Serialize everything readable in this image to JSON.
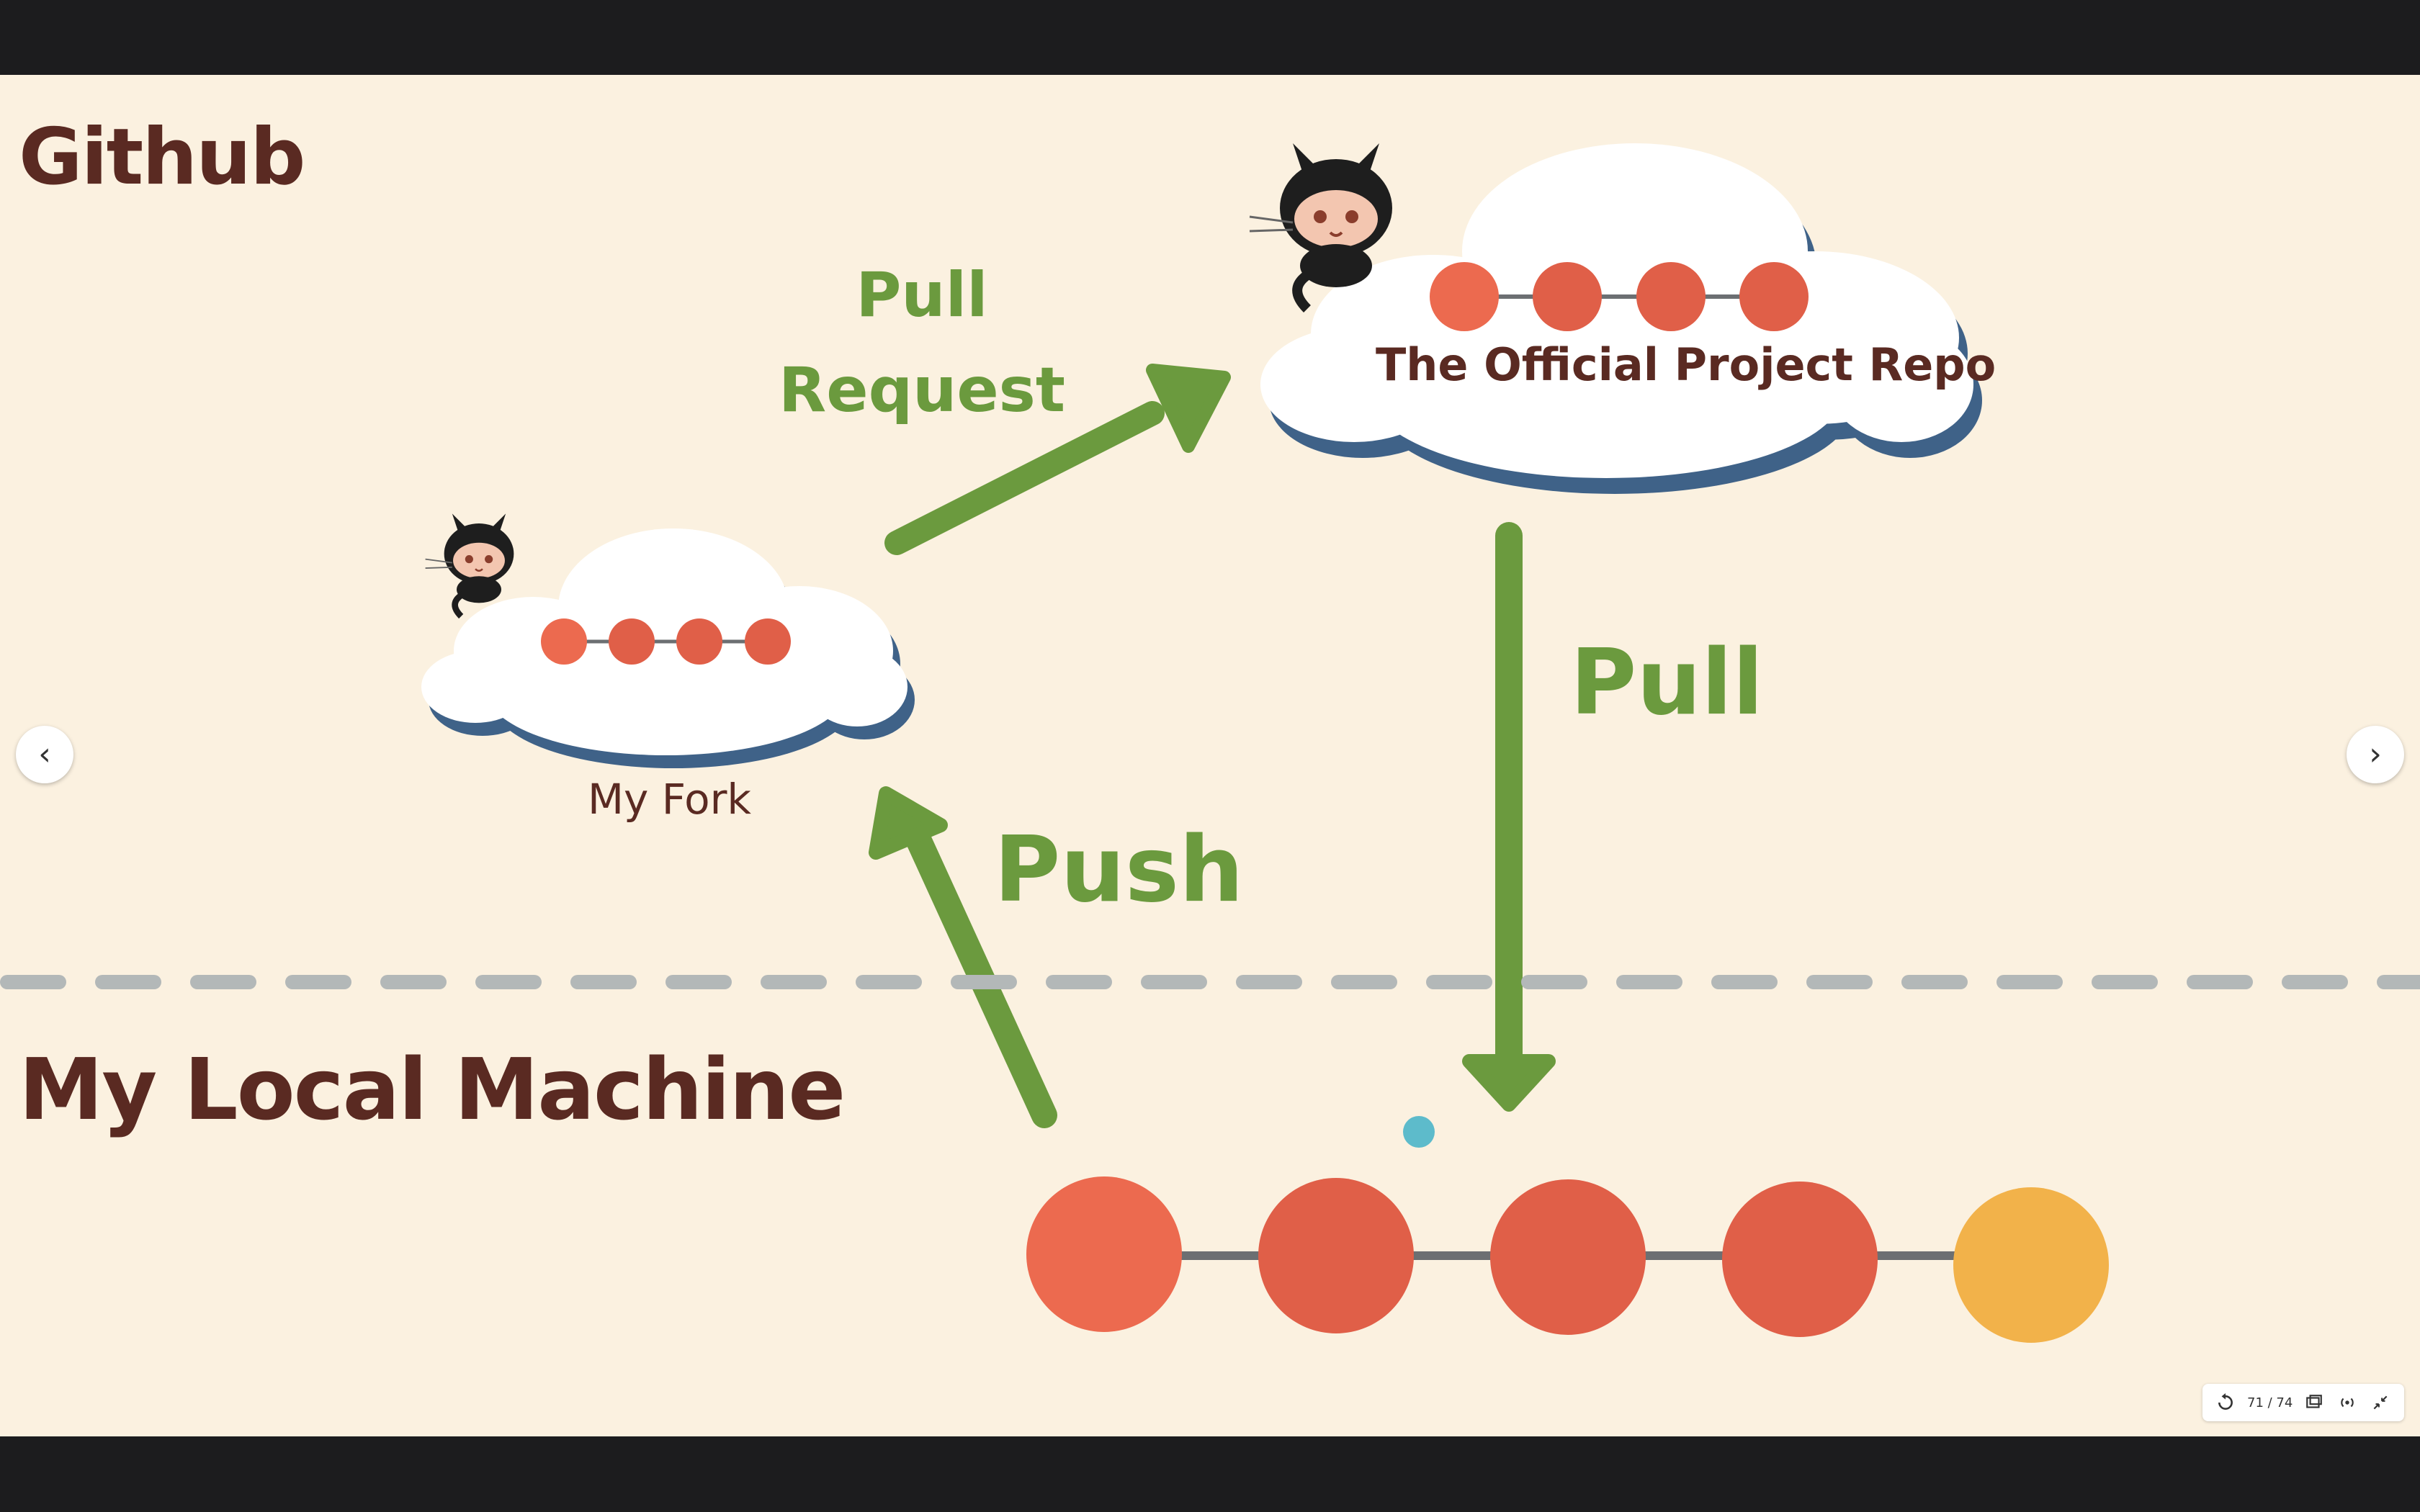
{
  "slide": {
    "title_github": "Github",
    "title_local": "My Local Machine",
    "label_pull_request": [
      "Pull",
      "Request"
    ],
    "label_pull": "Pull",
    "label_push": "Push",
    "label_official_repo": "The Official Project Repo",
    "label_my_fork": "My Fork"
  },
  "colors": {
    "background": "#fbf1e0",
    "title": "#5a2a22",
    "arrow_green": "#6b9a3e",
    "commit_red": "#e05f48",
    "commit_orange": "#f2b24a",
    "cloud_shadow": "#3f6288",
    "divider": "#b3b8b8"
  },
  "icons": {
    "prev": "chevron-left-icon",
    "next": "chevron-right-icon",
    "mascot": "octocat-icon"
  },
  "controls": {
    "page_indicator": "71 / 74",
    "icons": [
      "replay-icon",
      "window-icon",
      "broadcast-icon",
      "collapse-icon"
    ]
  }
}
